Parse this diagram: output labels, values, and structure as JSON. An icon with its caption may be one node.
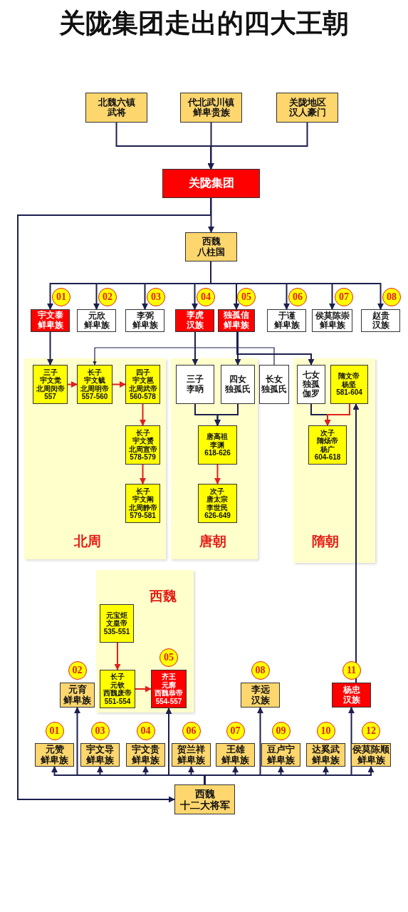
{
  "diagram": {
    "title": "关陇集团走出的四大王朝",
    "nodes": [
      {
        "text": [
          "北魏六镇武将"
        ]
      },
      {
        "text": [
          "代北武川镇鲜卑贵族"
        ]
      },
      {
        "text": [
          "关陇地区汉人豪门"
        ]
      },
      {
        "text": [
          "关陇集团"
        ]
      },
      {
        "text": [
          "西魏八柱国"
        ]
      },
      {
        "text": [
          "宇文泰鲜卑族"
        ],
        "beside": [
          "01"
        ]
      },
      {
        "text": [
          "元欣鲜卑族"
        ],
        "beside": [
          "02"
        ]
      },
      {
        "text": [
          "李弼鲜卑族"
        ],
        "beside": [
          "03"
        ]
      },
      {
        "text": [
          "李虎汉族"
        ],
        "beside": [
          "04"
        ]
      },
      {
        "text": [
          "独孤信鲜卑族"
        ],
        "beside": [
          "05"
        ]
      },
      {
        "text": [
          "于谨鲜卑族"
        ],
        "beside": [
          "06"
        ]
      },
      {
        "text": [
          "侯莫陈崇鲜卑族"
        ],
        "beside": [
          "07"
        ]
      },
      {
        "text": [
          "赵贵汉族"
        ],
        "beside": [
          "08"
        ]
      },
      {
        "text": [
          "北周"
        ]
      },
      {
        "text": [
          "三子宇文觉北周闵帝557"
        ],
        "in": 13
      },
      {
        "text": [
          "长子宇文毓北周明帝557-560"
        ],
        "in": 13
      },
      {
        "text": [
          "四子宇文邕北周武帝560-578"
        ],
        "in": 13
      },
      {
        "text": [
          "长子宇文赟北周宣帝578-579"
        ],
        "in": 13
      },
      {
        "text": [
          "长子宇文阐北周静帝579-581"
        ],
        "in": 13
      },
      {
        "text": [
          "唐朝"
        ]
      },
      {
        "text": [
          "三子李昞"
        ],
        "in": 19
      },
      {
        "text": [
          "四女独孤氏"
        ],
        "in": 19
      },
      {
        "text": [
          "唐高祖李渊618-626"
        ],
        "in": 19
      },
      {
        "text": [
          "次子唐太宗李世民626-649"
        ],
        "in": 19
      },
      {
        "text": [
          "长女独孤氏"
        ]
      },
      {
        "text": [
          "隋朝"
        ]
      },
      {
        "text": [
          "七女独孤伽罗"
        ],
        "in": 25
      },
      {
        "text": [
          "隋文帝杨坚581-604"
        ],
        "in": 25
      },
      {
        "text": [
          "次子隋炀帝杨广604-618"
        ],
        "in": 25
      },
      {
        "text": [
          "西魏"
        ]
      },
      {
        "text": [
          "元宝炬文皇帝535-551"
        ],
        "in": 29
      },
      {
        "text": [
          "长子元钦西魏废帝551-554"
        ],
        "in": 29
      },
      {
        "text": [
          "齐王元廓西魏恭帝554-557"
        ],
        "in": 29,
        "beside": [
          "05"
        ]
      },
      {
        "text": [
          "元育鲜卑族"
        ],
        "beside": [
          "02"
        ]
      },
      {
        "text": [
          "李远汉族"
        ],
        "beside": [
          "08"
        ]
      },
      {
        "text": [
          "杨忠汉族"
        ],
        "beside": [
          "11"
        ]
      },
      {
        "text": [
          "元赞鲜卑族"
        ],
        "beside": [
          "01"
        ]
      },
      {
        "text": [
          "宇文导鲜卑族"
        ],
        "beside": [
          "03"
        ]
      },
      {
        "text": [
          "宇文贵鲜卑族"
        ],
        "beside": [
          "04"
        ]
      },
      {
        "text": [
          "贺兰祥鲜卑族"
        ],
        "beside": [
          "06"
        ]
      },
      {
        "text": [
          "王雄鲜卑族"
        ],
        "beside": [
          "07"
        ]
      },
      {
        "text": [
          "豆卢宁鲜卑族"
        ],
        "beside": [
          "09"
        ]
      },
      {
        "text": [
          "达奚武鲜卑族"
        ],
        "beside": [
          "10"
        ]
      },
      {
        "text": [
          "侯莫陈顺鲜卑族"
        ],
        "beside": [
          "12"
        ]
      },
      {
        "text": [
          "西魏十二大将军"
        ]
      }
    ],
    "edges": [
      {
        "from": 0,
        "to": 3,
        "arrow": "to"
      },
      {
        "from": 1,
        "to": 3,
        "arrow": "to"
      },
      {
        "from": 2,
        "to": 3,
        "arrow": "to"
      },
      {
        "from": 3,
        "to": 4,
        "arrow": "to"
      },
      {
        "from": 3,
        "to": 44,
        "arrow": "to"
      },
      {
        "from": 4,
        "to": 5,
        "arrow": "to"
      },
      {
        "from": 4,
        "to": 6,
        "arrow": "to"
      },
      {
        "from": 4,
        "to": 7,
        "arrow": "to"
      },
      {
        "from": 4,
        "to": 8,
        "arrow": "to"
      },
      {
        "from": 4,
        "to": 9,
        "arrow": "to"
      },
      {
        "from": 4,
        "to": 10,
        "arrow": "to"
      },
      {
        "from": 4,
        "to": 11,
        "arrow": "to"
      },
      {
        "from": 4,
        "to": 12,
        "arrow": "to"
      },
      {
        "from": 5,
        "to": 14,
        "arrow": "to"
      },
      {
        "from": 14,
        "to": 15,
        "arrow": "to",
        "color": "#e0201c"
      },
      {
        "from": 15,
        "to": 16,
        "arrow": "to",
        "color": "#e0201c"
      },
      {
        "from": 16,
        "to": 17,
        "arrow": "to",
        "color": "#e0201c"
      },
      {
        "from": 17,
        "to": 18,
        "arrow": "to",
        "color": "#e0201c"
      },
      {
        "from": 24,
        "to": 15,
        "arrow": "to"
      },
      {
        "from": 8,
        "to": 20,
        "arrow": "to"
      },
      {
        "from": 9,
        "to": 21,
        "arrow": "to"
      },
      {
        "from": 9,
        "to": 26,
        "arrow": "to"
      },
      {
        "from": 20,
        "to": 22,
        "arrow": "to"
      },
      {
        "from": 21,
        "to": 22,
        "arrow": "to"
      },
      {
        "from": 22,
        "to": 23,
        "arrow": "to",
        "color": "#e0201c"
      },
      {
        "from": 26,
        "to": 28,
        "arrow": "to"
      },
      {
        "from": 27,
        "to": 28,
        "arrow": "to",
        "color": "#e0201c"
      },
      {
        "from": 35,
        "to": 27,
        "arrow": "to"
      },
      {
        "from": 30,
        "to": 31,
        "arrow": "to",
        "color": "#e0201c"
      },
      {
        "from": 31,
        "to": 32,
        "arrow": "to",
        "color": "#e0201c"
      },
      {
        "from": 44,
        "to": 36,
        "arrow": "to"
      },
      {
        "from": 44,
        "to": 33,
        "arrow": "to"
      },
      {
        "from": 44,
        "to": 37,
        "arrow": "to"
      },
      {
        "from": 44,
        "to": 38,
        "arrow": "to"
      },
      {
        "from": 44,
        "to": 32,
        "arrow": "to"
      },
      {
        "from": 44,
        "to": 39,
        "arrow": "to"
      },
      {
        "from": 44,
        "to": 40,
        "arrow": "to"
      },
      {
        "from": 44,
        "to": 34,
        "arrow": "to"
      },
      {
        "from": 44,
        "to": 41,
        "arrow": "to"
      },
      {
        "from": 44,
        "to": 42,
        "arrow": "to"
      },
      {
        "from": 44,
        "to": 35,
        "arrow": "to"
      },
      {
        "from": 44,
        "to": 43,
        "arrow": "to"
      }
    ]
  }
}
